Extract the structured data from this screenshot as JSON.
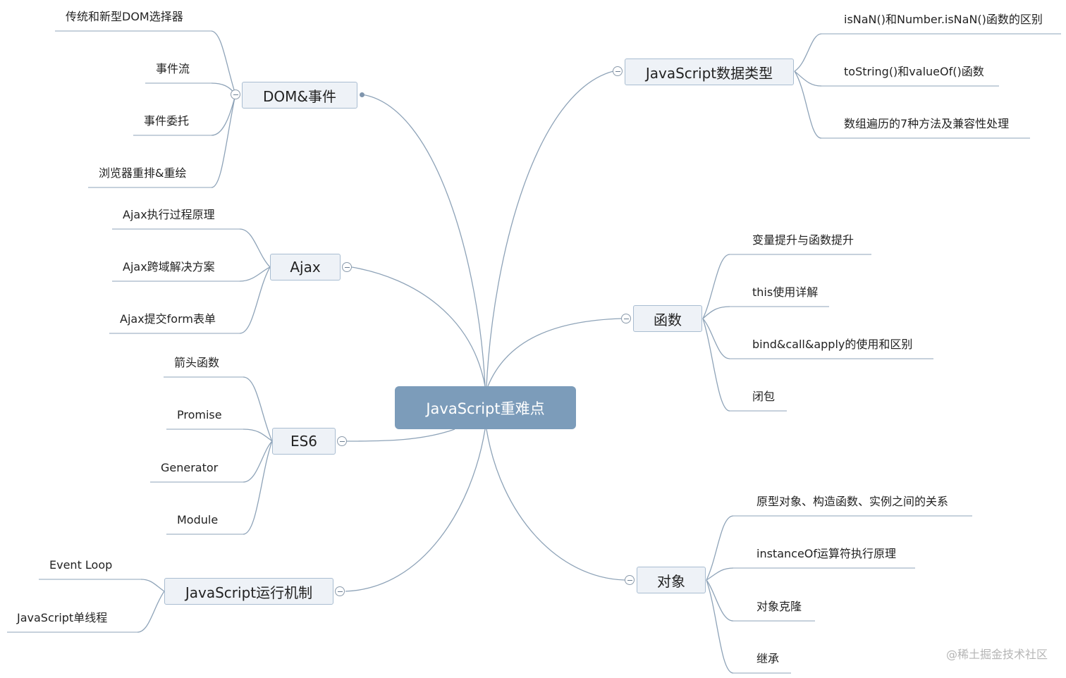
{
  "root": {
    "label": "JavaScript重难点"
  },
  "branches": {
    "dom_events": {
      "label": "DOM&事件",
      "children": [
        "传统和新型DOM选择器",
        "事件流",
        "事件委托",
        "浏览器重排&重绘"
      ]
    },
    "ajax": {
      "label": "Ajax",
      "children": [
        "Ajax执行过程原理",
        "Ajax跨域解决方案",
        "Ajax提交form表单"
      ]
    },
    "es6": {
      "label": "ES6",
      "children": [
        "箭头函数",
        "Promise",
        "Generator",
        "Module"
      ]
    },
    "runtime": {
      "label": "JavaScript运行机制",
      "children": [
        "Event Loop",
        "JavaScript单线程"
      ]
    },
    "data_types": {
      "label": "JavaScript数据类型",
      "children": [
        "isNaN()和Number.isNaN()函数的区别",
        "toString()和valueOf()函数",
        "数组遍历的7种方法及兼容性处理"
      ]
    },
    "functions": {
      "label": "函数",
      "children": [
        "变量提升与函数提升",
        "this使用详解",
        "bind&call&apply的使用和区别",
        "闭包"
      ]
    },
    "objects": {
      "label": "对象",
      "children": [
        "原型对象、构造函数、实例之间的关系",
        "instanceOf运算符执行原理",
        "对象克隆",
        "继承"
      ]
    }
  },
  "watermark": "@稀土掘金技术社区",
  "colors": {
    "root_fill": "#7c9cba",
    "node_fill": "#eef2f7",
    "node_border": "#a9bdd1",
    "connector": "#8ea3b8"
  }
}
